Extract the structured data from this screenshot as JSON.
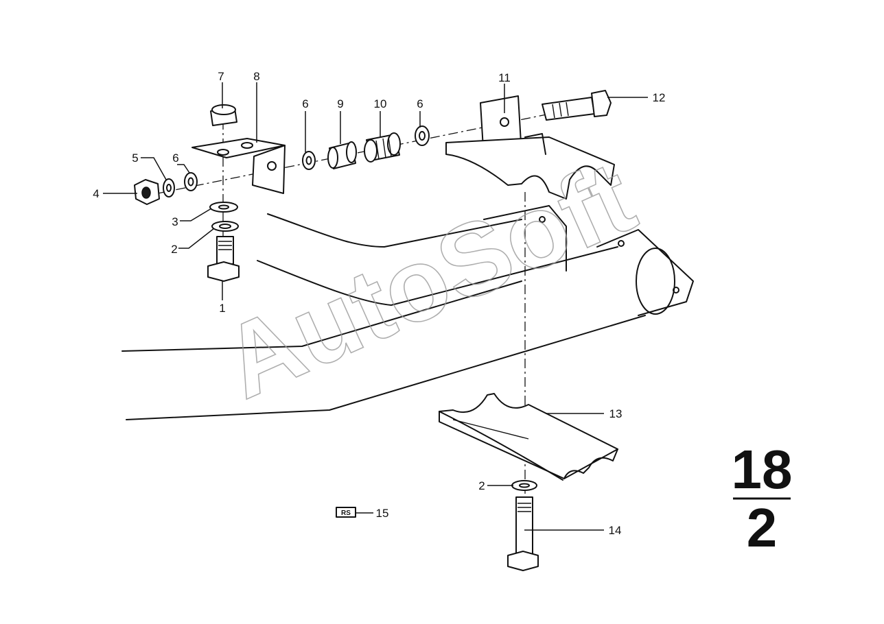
{
  "diagram": {
    "watermark": "AutoSoft",
    "group_number": {
      "top": "18",
      "bottom": "2"
    },
    "rs_badge": "RS",
    "callouts": [
      {
        "id": "c1",
        "label": "1"
      },
      {
        "id": "c2a",
        "label": "2"
      },
      {
        "id": "c2b",
        "label": "2"
      },
      {
        "id": "c3",
        "label": "3"
      },
      {
        "id": "c4",
        "label": "4"
      },
      {
        "id": "c5",
        "label": "5"
      },
      {
        "id": "c6a",
        "label": "6"
      },
      {
        "id": "c6b",
        "label": "6"
      },
      {
        "id": "c6c",
        "label": "6"
      },
      {
        "id": "c7",
        "label": "7"
      },
      {
        "id": "c8",
        "label": "8"
      },
      {
        "id": "c9",
        "label": "9"
      },
      {
        "id": "c10",
        "label": "10"
      },
      {
        "id": "c11",
        "label": "11"
      },
      {
        "id": "c12",
        "label": "12"
      },
      {
        "id": "c13",
        "label": "13"
      },
      {
        "id": "c14",
        "label": "14"
      },
      {
        "id": "c15",
        "label": "15"
      }
    ]
  }
}
